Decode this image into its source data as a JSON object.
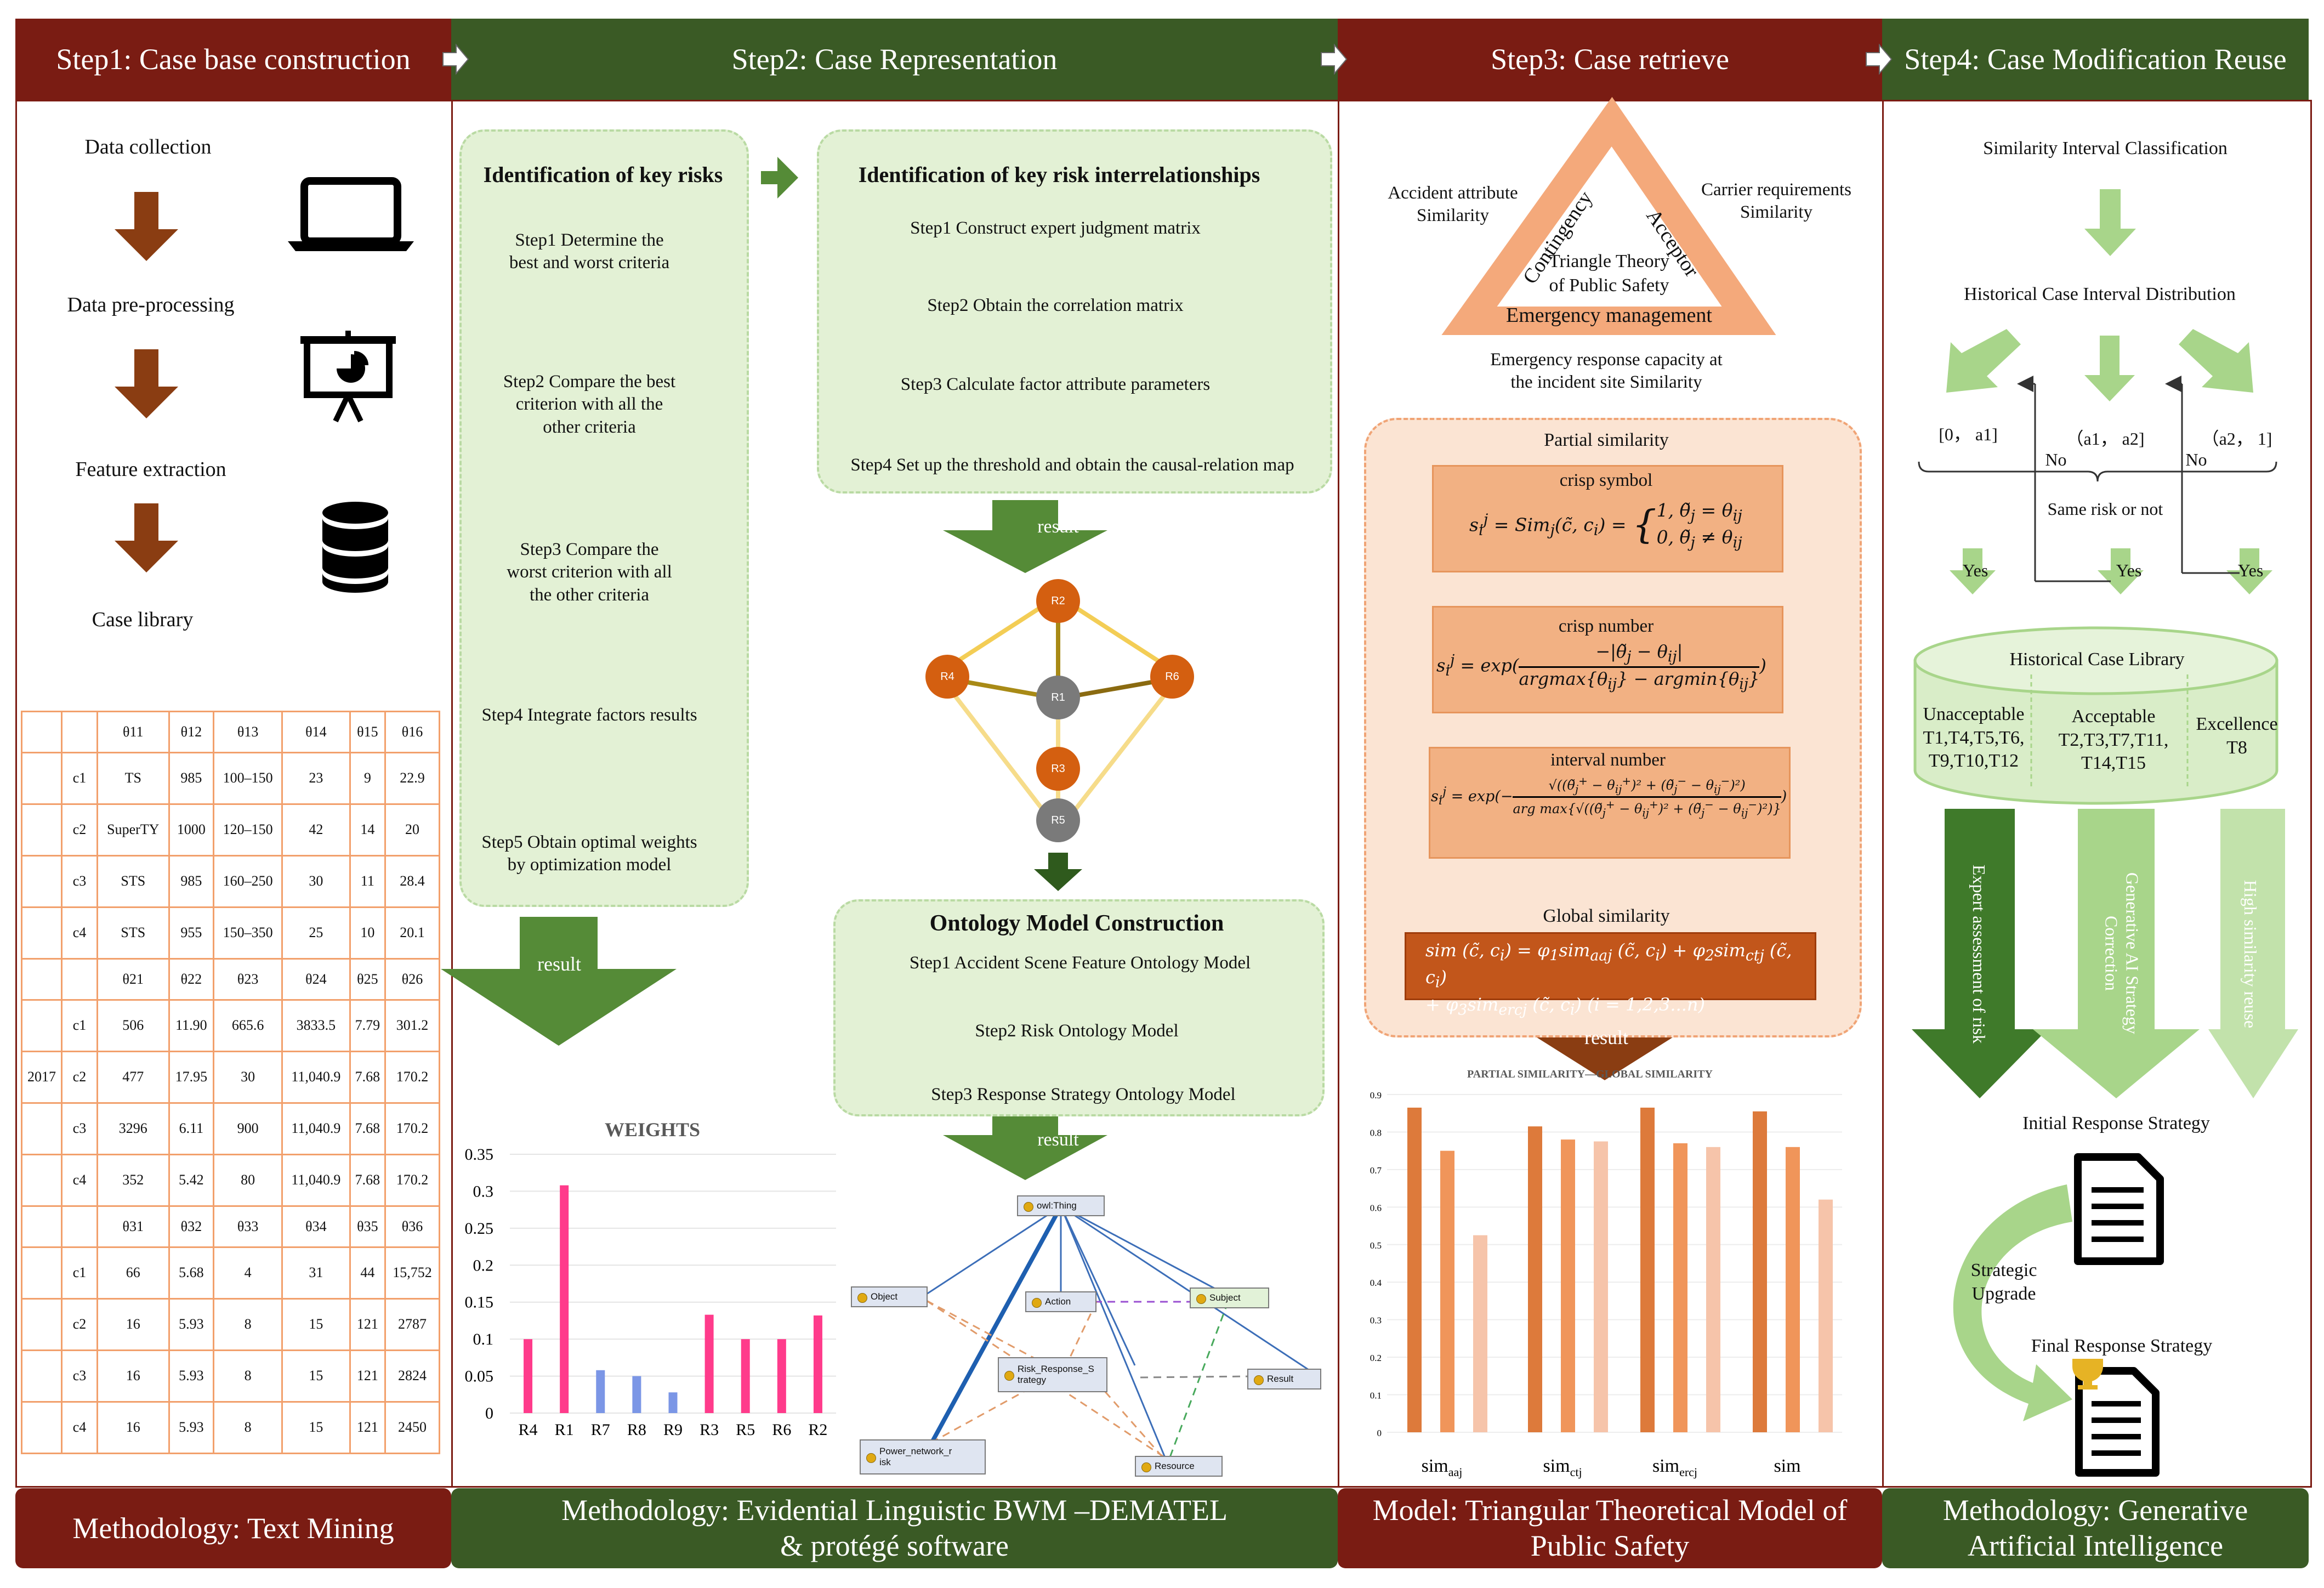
{
  "headers": {
    "step1": "Step1: Case base construction",
    "step2": "Step2: Case Representation",
    "step3": "Step3: Case retrieve",
    "step4": "Step4: Case Modification Reuse"
  },
  "footers": {
    "f1": "Methodology: Text Mining",
    "f2a": "Methodology: Evidential Linguistic BWM –DEMATEL",
    "f2b": "& protégé software",
    "f3a": "Model: Triangular Theoretical Model of",
    "f3b": "Public Safety",
    "f4a": "Methodology: Generative",
    "f4b": "Artificial Intelligence"
  },
  "step1": {
    "items": [
      "Data collection",
      "Data pre-processing",
      "Feature extraction",
      "Case library"
    ],
    "icons": [
      "laptop-icon",
      "presentation-chart-icon",
      "database-icon"
    ],
    "table": {
      "year": "2017",
      "blocks": [
        {
          "head": [
            "θ11",
            "θ12",
            "θ13",
            "θ14",
            "θ15",
            "θ16"
          ],
          "rows": [
            [
              "c1",
              "TS",
              "985",
              "100–150",
              "23",
              "9",
              "22.9"
            ],
            [
              "c2",
              "SuperTY",
              "1000",
              "120–150",
              "42",
              "14",
              "20"
            ],
            [
              "c3",
              "STS",
              "985",
              "160–250",
              "30",
              "11",
              "28.4"
            ],
            [
              "c4",
              "STS",
              "955",
              "150–350",
              "25",
              "10",
              "20.1"
            ]
          ]
        },
        {
          "head": [
            "θ21",
            "θ22",
            "θ23",
            "θ24",
            "θ25",
            "θ26"
          ],
          "rows": [
            [
              "c1",
              "506",
              "11.90",
              "665.6",
              "3833.5",
              "7.79",
              "301.2"
            ],
            [
              "c2",
              "477",
              "17.95",
              "30",
              "11,040.9",
              "7.68",
              "170.2"
            ],
            [
              "c3",
              "3296",
              "6.11",
              "900",
              "11,040.9",
              "7.68",
              "170.2"
            ],
            [
              "c4",
              "352",
              "5.42",
              "80",
              "11,040.9",
              "7.68",
              "170.2"
            ]
          ]
        },
        {
          "head": [
            "θ31",
            "θ32",
            "θ33",
            "θ34",
            "θ35",
            "θ36"
          ],
          "rows": [
            [
              "c1",
              "66",
              "5.68",
              "4",
              "31",
              "44",
              "15,752"
            ],
            [
              "c2",
              "16",
              "5.93",
              "8",
              "15",
              "121",
              "2787"
            ],
            [
              "c3",
              "16",
              "5.93",
              "8",
              "15",
              "121",
              "2824"
            ],
            [
              "c4",
              "16",
              "5.93",
              "8",
              "15",
              "121",
              "2450"
            ]
          ]
        }
      ]
    }
  },
  "step2": {
    "risks_title": "Identification of key risks",
    "risk_steps": [
      [
        "Step1 Determine the",
        "best and worst criteria"
      ],
      [
        "Step2 Compare the best",
        "criterion with all the",
        "other criteria"
      ],
      [
        "Step3 Compare the",
        "worst criterion with all",
        "the other criteria"
      ],
      [
        "Step4 Integrate factors results"
      ],
      [
        "Step5 Obtain optimal weights",
        "by optimization model"
      ]
    ],
    "inter_title": "Identification of key risk interrelationships",
    "inter_steps": [
      "Step1 Construct expert judgment matrix",
      "Step2 Obtain the correlation matrix",
      "Step3 Calculate  factor attribute parameters",
      "Step4 Set up the threshold and obtain the causal-relation map"
    ],
    "result_label": "result",
    "onto_title": "Ontology Model Construction",
    "onto_steps": [
      "Step1 Accident Scene Feature Ontology Model",
      "Step2 Risk Ontology Model",
      "Step3 Response Strategy Ontology Model"
    ],
    "network_nodes": [
      "R2",
      "R4",
      "R1",
      "R6",
      "R3",
      "R5"
    ],
    "ontology_nodes": [
      "owl:Thing",
      "Object",
      "Action",
      "Subject",
      "Risk_Response_S",
      "trategy",
      "Result",
      "Power_network_r",
      "isk",
      "Resource"
    ]
  },
  "step3": {
    "triangle": {
      "left_side": "Contingency",
      "right_side": "Acceptor",
      "bottom_side": "Emergency management",
      "center1": "Triangle Theory",
      "center2": "of Public Safety"
    },
    "accident1": "Accident attribute",
    "accident2": "Similarity",
    "carrier1": "Carrier requirements",
    "carrier2": "Similarity",
    "emerg1": "Emergency response capacity at",
    "emerg2": "the incident site Similarity",
    "partial": "Partial similarity",
    "crisp_symbol": "crisp symbol",
    "crisp_number": "crisp number",
    "interval_number": "interval number",
    "global": "Global similarity",
    "result_label": "result",
    "chart_title": "PARTIAL SIMILARITY—GLOBAL SIMILARITY"
  },
  "step4": {
    "sim_interval": "Similarity Interval Classification",
    "hist_interval": "Historical Case Interval Distribution",
    "intervals": [
      "[0， a1]",
      "（a1， a2]",
      "（a2， 1]"
    ],
    "no": "No",
    "same_risk": "Same risk or not",
    "yes": "Yes",
    "library_title": "Historical Case Library",
    "cats": [
      {
        "name": "Unacceptable",
        "cases1": "T1,T4,T5,T6,",
        "cases2": "T9,T10,T12"
      },
      {
        "name": "Acceptable",
        "cases1": "T2,T3,T7,T11,",
        "cases2": "T14,T15"
      },
      {
        "name": "Excellence",
        "cases1": "T8",
        "cases2": ""
      }
    ],
    "arrow1": "Expert assessment of risk",
    "arrow2a": "Generative AI Strategy",
    "arrow2b": "Correction",
    "arrow3": "High similarity reuse",
    "initial": "Initial Response Strategy",
    "upgrade1": "Strategic",
    "upgrade2": "Upgrade",
    "final": "Final Response Strategy"
  },
  "chart_data": [
    {
      "type": "bar",
      "title": "WEIGHTS",
      "categories": [
        "R4",
        "R1",
        "R7",
        "R8",
        "R9",
        "R3",
        "R5",
        "R6",
        "R2"
      ],
      "values": [
        0.1,
        0.308,
        0.058,
        0.05,
        0.028,
        0.133,
        0.1,
        0.1,
        0.132
      ],
      "ylim": [
        0,
        0.35
      ],
      "yticks": [
        "0",
        "0.05",
        "0.1",
        "0.15",
        "0.2",
        "0.25",
        "0.3",
        "0.35"
      ],
      "colors": [
        "#ff3b8b",
        "#ff3b8b",
        "#7b96e6",
        "#7b96e6",
        "#7b96e6",
        "#ff3b8b",
        "#ff3b8b",
        "#ff3b8b",
        "#ff3b8b"
      ],
      "grid": true
    },
    {
      "type": "bar",
      "title": "PARTIAL SIMILARITY—GLOBAL SIMILARITY",
      "categories": [
        "sim_aaj",
        "sim_ctj",
        "sim_ercj",
        "sim"
      ],
      "series": [
        {
          "values": [
            0.865,
            0.815,
            0.865,
            0.855
          ],
          "color": "#dd7a3b"
        },
        {
          "values": [
            0.75,
            0.78,
            0.77,
            0.76
          ],
          "color": "#f0955a"
        },
        {
          "values": [
            0.525,
            0.775,
            0.76,
            0.62
          ],
          "color": "#f6c4aa"
        }
      ],
      "ylim": [
        0,
        0.9
      ],
      "yticks": [
        "0",
        "0.1",
        "0.2",
        "0.3",
        "0.4",
        "0.5",
        "0.6",
        "0.7",
        "0.8",
        "0.9"
      ],
      "grid": true
    }
  ]
}
